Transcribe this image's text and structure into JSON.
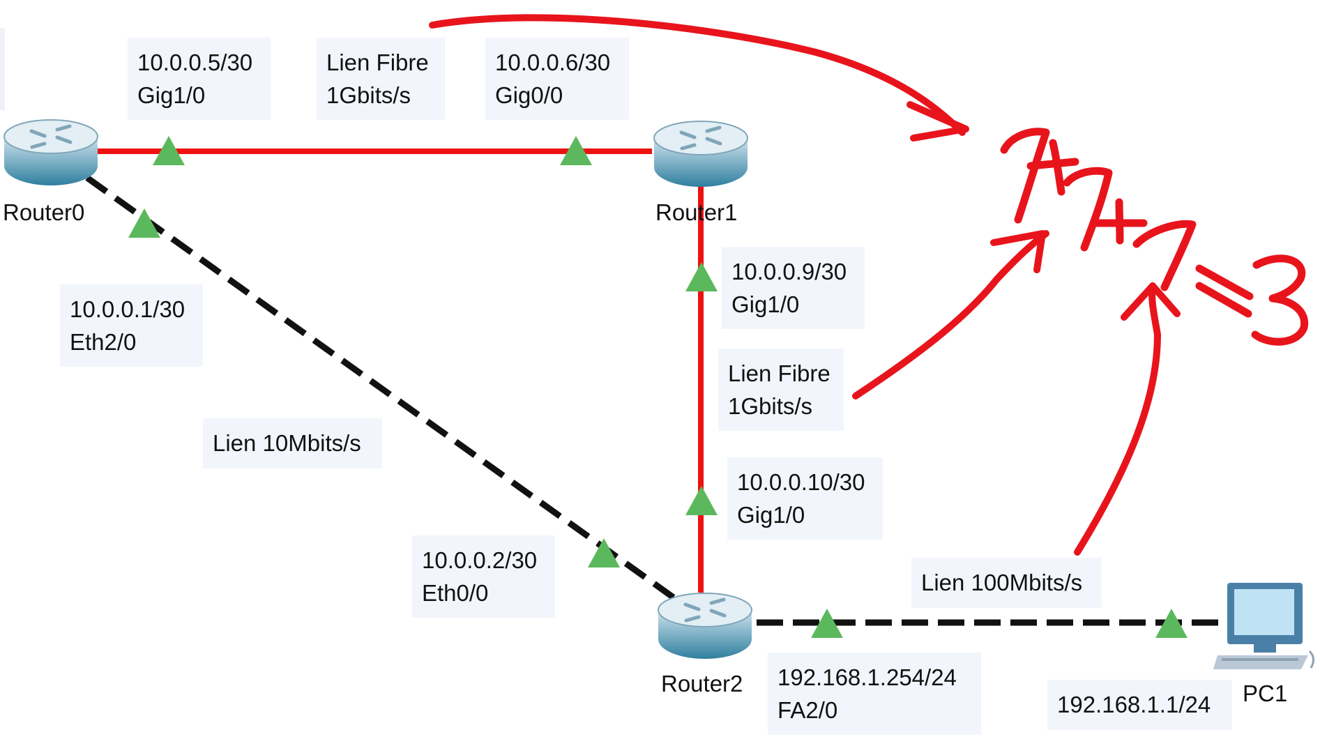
{
  "diagram": {
    "devices": [
      {
        "id": "router0",
        "label": "Router0",
        "type": "router"
      },
      {
        "id": "router1",
        "label": "Router1",
        "type": "router"
      },
      {
        "id": "router2",
        "label": "Router2",
        "type": "router"
      },
      {
        "id": "pc1",
        "label": "PC1",
        "type": "pc"
      }
    ],
    "links": [
      {
        "id": "r0-r1",
        "from": "router0",
        "to": "router1",
        "media": "fiber",
        "label_lines": [
          "Lien Fibre",
          "1Gbits/s"
        ]
      },
      {
        "id": "r1-r2",
        "from": "router1",
        "to": "router2",
        "media": "fiber",
        "label_lines": [
          "Lien Fibre",
          "1Gbits/s"
        ]
      },
      {
        "id": "r0-r2",
        "from": "router0",
        "to": "router2",
        "media": "ethernet",
        "label_lines": [
          "Lien 10Mbits/s"
        ]
      },
      {
        "id": "r2-pc1",
        "from": "router2",
        "to": "pc1",
        "media": "ethernet",
        "label_lines": [
          "Lien 100Mbits/s"
        ]
      }
    ],
    "interfaces": [
      {
        "device": "router0",
        "lines": [
          "10.0.0.5/30",
          "Gig1/0"
        ]
      },
      {
        "device": "router1",
        "lines": [
          "10.0.0.6/30",
          "Gig0/0"
        ]
      },
      {
        "device": "router1",
        "lines": [
          "10.0.0.9/30",
          "Gig1/0"
        ]
      },
      {
        "device": "router2",
        "lines": [
          "10.0.0.10/30",
          "Gig1/0"
        ]
      },
      {
        "device": "router0",
        "lines": [
          "10.0.0.1/30",
          "Eth2/0"
        ]
      },
      {
        "device": "router2",
        "lines": [
          "10.0.0.2/30",
          "Eth0/0"
        ]
      },
      {
        "device": "router2",
        "lines": [
          "192.168.1.254/24",
          "FA2/0"
        ]
      },
      {
        "device": "pc1",
        "lines": [
          "192.168.1.1/24"
        ]
      }
    ],
    "handwritten_note": "1+1+1=3"
  },
  "colors": {
    "fiber": "#ee1111",
    "ethernet": "#111111",
    "port_up": "#5cb85c",
    "annotation": "#e8141c",
    "label_bg": "#f2f5fb"
  },
  "icons": {
    "router": "router-icon",
    "pc": "pc-icon",
    "port": "port-up-triangle-icon"
  }
}
